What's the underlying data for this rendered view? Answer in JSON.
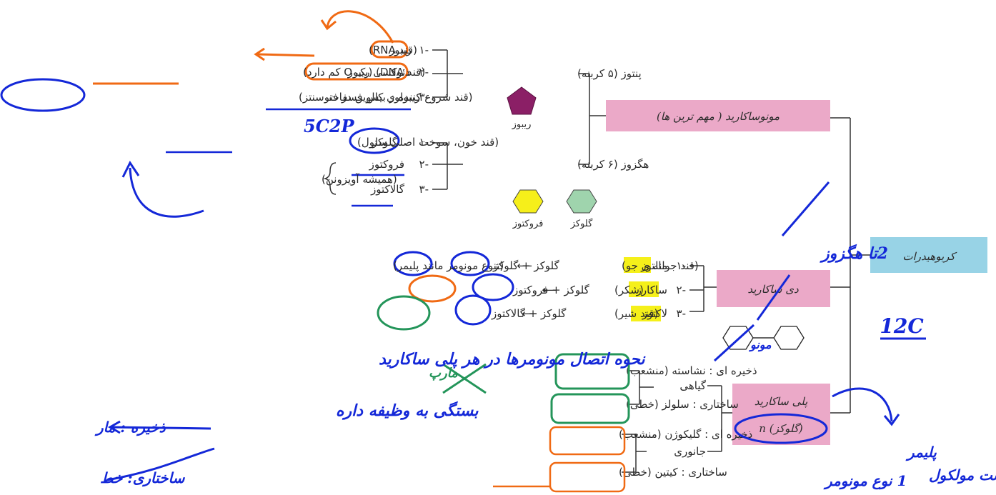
{
  "colors": {
    "pink_box": "#eba9c8",
    "blue_box": "#98d3e6",
    "highlight": "#f5f01a",
    "ink_blue": "#1428d8",
    "ink_orange": "#f06a14",
    "ink_green": "#24955a",
    "pentagon": "#8b1f66",
    "hex_green": "#9fd4ad",
    "hex_yellow": "#f6ef1a"
  },
  "root": {
    "label": "کربوهیدرات"
  },
  "categories": {
    "mono": "مونوساکارید ( مهم ترین ها)",
    "di": "دی ساکارید",
    "poly": "پلی ساکارید",
    "poly_sub": "(گلوکز) n"
  },
  "mono": {
    "pentose": {
      "label": "پنتوز (۵ کربنه)",
      "items": [
        {
          "num": "۱-",
          "name": "ریبوز",
          "desc": "(قند RNA)"
        },
        {
          "num": "۲-",
          "name": "دئوکسی ریبوز",
          "desc": "(قند DNA) (یک O کم دارد)"
        },
        {
          "num": "۳-",
          "name": "ریبولوز بیس فسفات",
          "desc": "(قند شروع کننده ی کالوین در فتوسنتز)"
        }
      ],
      "shape_caption": "ریبوز"
    },
    "hexose": {
      "label": "هگزوز (۶ کربنه)",
      "items": [
        {
          "num": "۱-",
          "name": "گلوکز",
          "desc": "(قند خون، سوخت اصلی سلول)"
        },
        {
          "num": "۲-",
          "name": "فروکتوز",
          "desc": ""
        },
        {
          "num": "۳-",
          "name": "گالاکتوز",
          "desc": ""
        }
      ],
      "brace_note": "(همیشه آویزونن)",
      "shape_captions": [
        "فروکتوز",
        "گلوکز"
      ]
    }
  },
  "di": {
    "items": [
      {
        "num": "۱-",
        "name": "مالتوز",
        "desc": "(قند جوانه ی جو)",
        "result": "گلوکز + گلوکز",
        "note": "(تنوع مونومر مانند پلیمر)"
      },
      {
        "num": "۲-",
        "name": "ساکارز",
        "desc": "(شکر)",
        "result": "گلوکز + فروکتوز"
      },
      {
        "num": "۳-",
        "name": "لاکتوز",
        "desc": "(قند شیر)",
        "result": "گلوکز + گالاکتوز"
      }
    ],
    "arrow": "⟵"
  },
  "poly": {
    "plant": {
      "label": "گیاهی",
      "items": [
        "ذخیره ای : نشاسته (منشعب)",
        "ساختاری : سلولز (خطی)"
      ]
    },
    "animal": {
      "label": "جانوری",
      "items": [
        "ذخیره ای : گلیکوژن (منشعب)",
        "ساختاری : کیتین (خطی)"
      ]
    }
  },
  "handwritten": {
    "n1": "5C2P",
    "n2": "2تا هگزوز",
    "n3": "12C",
    "n4": "پلیمر",
    "n5": "درشت مولکول",
    "n6": "1 نوع مونومر",
    "n7": "نحوه اتصال مونومرها در هر پلی ساکارید",
    "n8": "بستگی به وظیفه داره",
    "n9": "ذخیره : مار",
    "n10": "ساختاری: خط",
    "n11": "مارپ",
    "n12": "مونو"
  }
}
